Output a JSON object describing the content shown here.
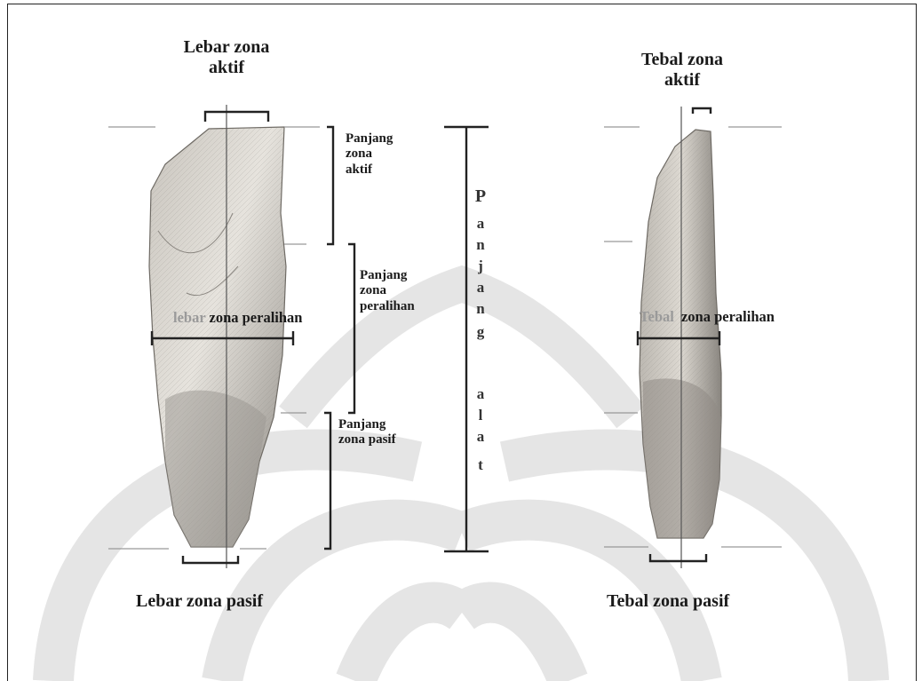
{
  "labels": {
    "lebar_zona_aktif": [
      "Lebar zona",
      "aktif"
    ],
    "tebal_zona_aktif": [
      "Tebal zona",
      "aktif"
    ],
    "panjang_zona_aktif": [
      "Panjang",
      "zona",
      "aktif"
    ],
    "panjang_zona_peralihan": [
      "Panjang",
      "zona",
      "peralihan"
    ],
    "panjang_zona_pasif": [
      "Panjang",
      "zona pasif"
    ],
    "lebar_zona_peralihan": {
      "prefix": "lebar",
      "suffix": "zona peralihan"
    },
    "tebal_zona_peralihan": {
      "prefix": "Tebal",
      "suffix": "zona peralihan"
    },
    "panjang_alat": [
      "P",
      "a",
      "n",
      "j",
      "a",
      "n",
      "g",
      "a",
      "l",
      "a",
      "t"
    ],
    "lebar_zona_pasif": "Lebar zona pasif",
    "tebal_zona_pasif": "Tebal zona pasif"
  },
  "colors": {
    "ink": "#1a1a1a",
    "stone_light": "#e3e0da",
    "stone_mid": "#b9b5ae",
    "stone_dark": "#7f7b75",
    "watermark": "#c8c8c8"
  }
}
